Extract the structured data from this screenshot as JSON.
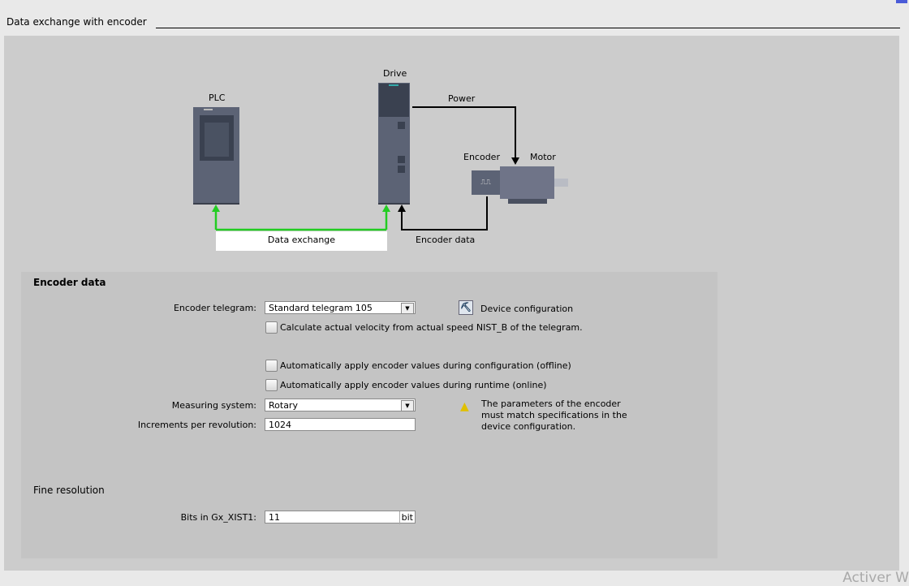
{
  "header": {
    "title": "Data exchange with encoder"
  },
  "diagram": {
    "plc": "PLC",
    "drive": "Drive",
    "power": "Power",
    "encoder": "Encoder",
    "motor": "Motor",
    "data_exchange": "Data exchange",
    "encoder_data": "Encoder data",
    "link_color": "#22cc22"
  },
  "encoder_data": {
    "heading": "Encoder data",
    "telegram_label": "Encoder telegram:",
    "telegram_value": "Standard telegram 105",
    "device_config": "Device configuration",
    "calc_velocity": "Calculate actual velocity from actual speed NIST_B of the telegram.",
    "auto_offline": "Automatically apply encoder values during configuration (offline)",
    "auto_online": "Automatically apply encoder values during runtime (online)",
    "measuring_label": "Measuring system:",
    "measuring_value": "Rotary",
    "increments_label": "Increments per revolution:",
    "increments_value": "1024",
    "warning": "The parameters of the encoder must match specifications in the device configuration."
  },
  "fine_resolution": {
    "heading": "Fine resolution",
    "bits_label": "Bits in Gx_XIST1:",
    "bits_value": "11",
    "bits_unit": "bit"
  },
  "watermark": "Activer W"
}
